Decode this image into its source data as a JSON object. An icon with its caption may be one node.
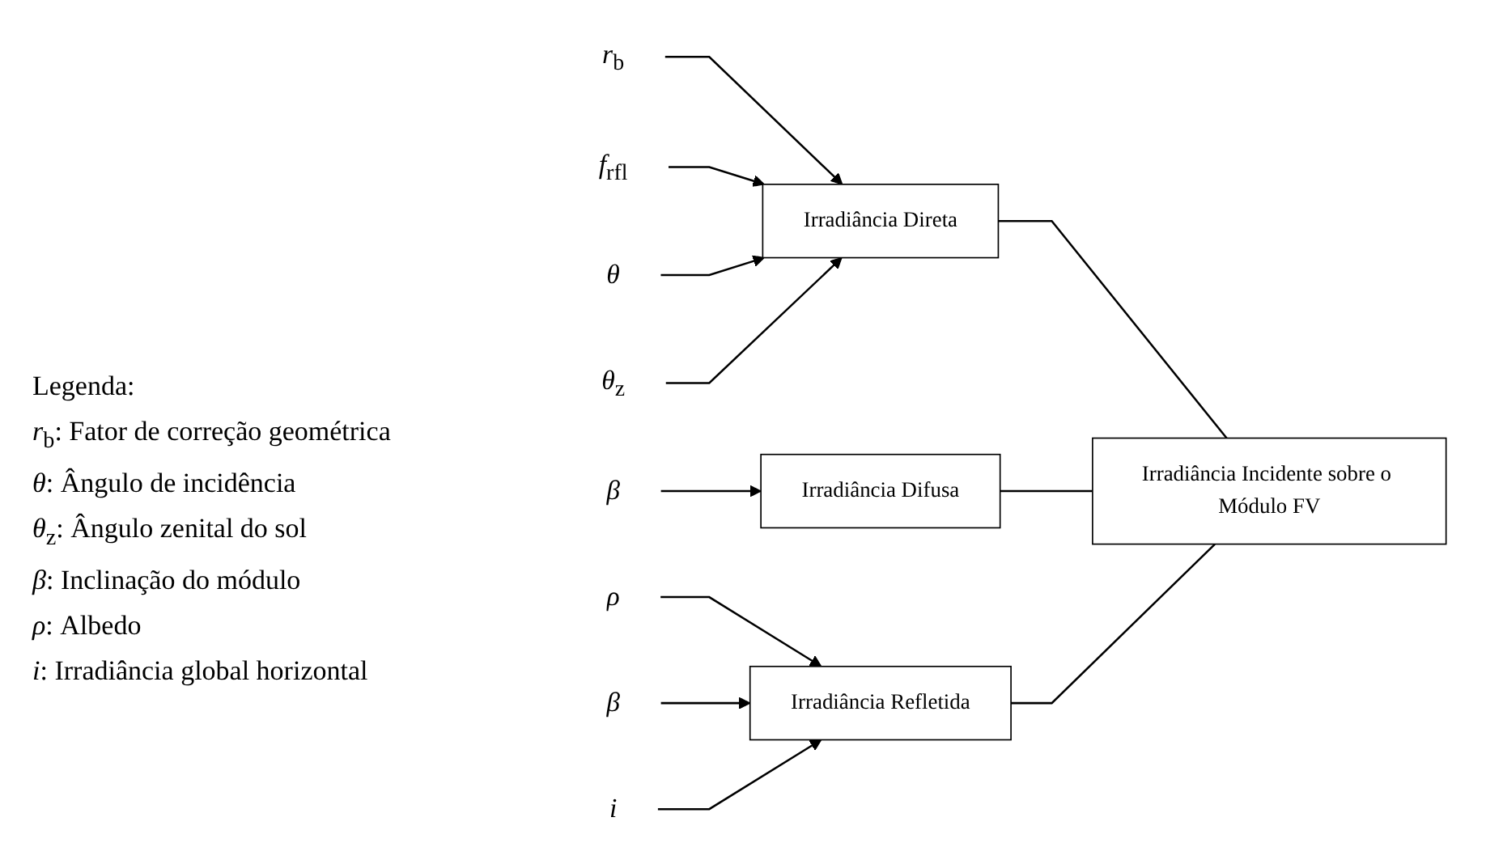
{
  "diagram": {
    "nodes": [
      {
        "text": [
          "*r*$_{b}$"
        ]
      },
      {
        "text": [
          "*f*$_{rfl}$"
        ]
      },
      {
        "text": [
          "*θ*"
        ]
      },
      {
        "text": [
          "*θ*$_{z}$"
        ]
      },
      {
        "text": [
          "Irradiância Direta"
        ]
      },
      {
        "text": [
          "*β*"
        ]
      },
      {
        "text": [
          "Irradiância Difusa"
        ]
      },
      {
        "text": [
          "*ρ*"
        ]
      },
      {
        "text": [
          "*β*"
        ]
      },
      {
        "text": [
          "*i*"
        ]
      },
      {
        "text": [
          "Irradiância Refletida"
        ]
      },
      {
        "text": [
          "Irradiância Incidente sobre o Módulo FV"
        ]
      }
    ],
    "edges": [
      {
        "from": 0,
        "to": 4,
        "arrow": "to"
      },
      {
        "from": 1,
        "to": 4,
        "arrow": "to"
      },
      {
        "from": 2,
        "to": 4,
        "arrow": "to"
      },
      {
        "from": 3,
        "to": 4,
        "arrow": "to"
      },
      {
        "from": 5,
        "to": 6,
        "arrow": "to"
      },
      {
        "from": 7,
        "to": 10,
        "arrow": "to"
      },
      {
        "from": 8,
        "to": 10,
        "arrow": "to"
      },
      {
        "from": 9,
        "to": 10,
        "arrow": "to"
      },
      {
        "from": 4,
        "to": 11,
        "arrow": "none"
      },
      {
        "from": 6,
        "to": 11,
        "arrow": "none"
      },
      {
        "from": 10,
        "to": 11,
        "arrow": "none"
      }
    ],
    "labels": [
      "Legenda:",
      "*r*$_{b}$: Fator de correção geométrica",
      "*θ*: Ângulo de incidência",
      "*θ*$_{z}$: Ângulo zenital do sol",
      "*β*: Inclinação do módulo",
      "*ρ*: Albedo",
      "*i*: Irradiância global horizontal"
    ]
  }
}
